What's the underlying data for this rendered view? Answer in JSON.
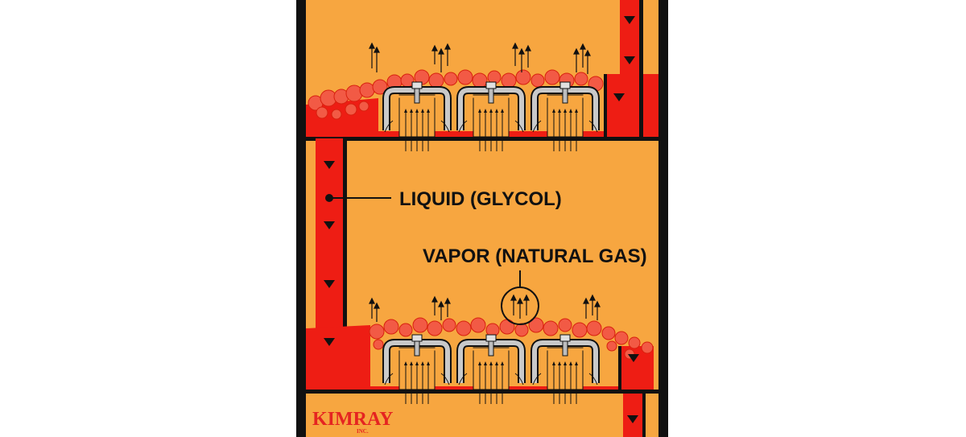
{
  "labels": {
    "liquid": "LIQUID (GLYCOL)",
    "vapor": "VAPOR (NATURAL GAS)"
  },
  "logo": {
    "name": "KIMRAY",
    "sub": "INC."
  },
  "colors": {
    "vapor_fill": "#F7A640",
    "liquid_fill": "#EE1D14",
    "liquid_dark": "#C8100C",
    "wall": "#111111",
    "bubble": "#F25A45",
    "cap_outer": "#C9C9C9",
    "cap_inner": "#F7A640",
    "logo": "#E52421"
  },
  "icons": [
    "up-arrow-icon",
    "down-triangle-icon",
    "bubble-cap-icon",
    "bubble-icon"
  ]
}
